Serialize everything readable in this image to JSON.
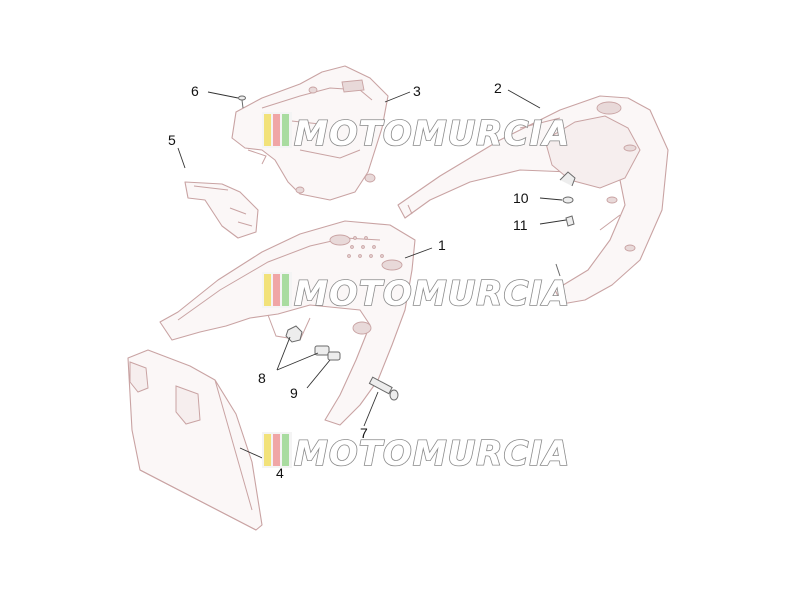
{
  "callouts": [
    {
      "id": "1",
      "label": "1"
    },
    {
      "id": "2",
      "label": "2"
    },
    {
      "id": "3",
      "label": "3"
    },
    {
      "id": "4",
      "label": "4"
    },
    {
      "id": "5",
      "label": "5"
    },
    {
      "id": "6",
      "label": "6"
    },
    {
      "id": "7",
      "label": "7"
    },
    {
      "id": "8",
      "label": "8"
    },
    {
      "id": "9",
      "label": "9"
    },
    {
      "id": "10",
      "label": "10"
    },
    {
      "id": "11",
      "label": "11"
    }
  ],
  "watermark": {
    "text": "MOTOMURCIA",
    "bar_colors": [
      "#f2e27a",
      "#f0a6a6",
      "#a9dca0"
    ]
  },
  "colors": {
    "part_outline": "#c9a3a3",
    "part_fill": "#fbf7f7",
    "hardware": "#6a6a6a",
    "label": "#111111"
  }
}
